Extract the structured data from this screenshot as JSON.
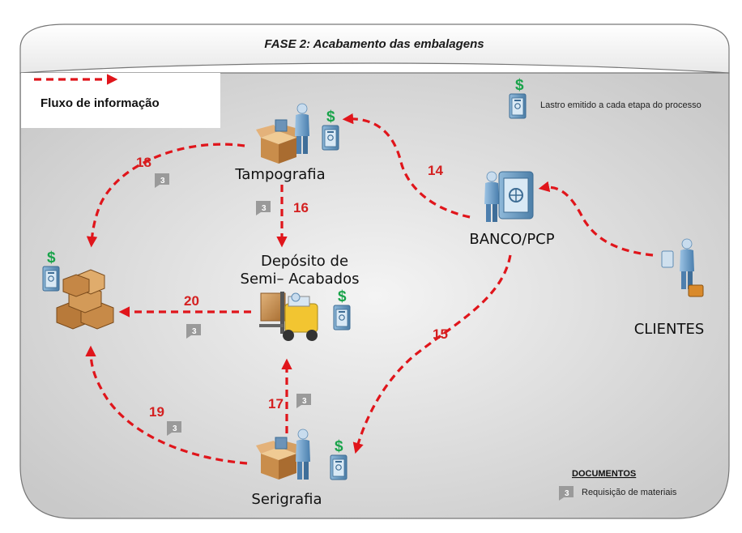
{
  "title": "FASE 2: Acabamento das embalagens",
  "legend": {
    "flow_label": "Fluxo de informação",
    "ballast_label": "Lastro emitido a cada etapa do processo",
    "currency_symbol": "$"
  },
  "documents": {
    "heading": "DOCUMENTOS",
    "badge": "3",
    "item_label": "Requisição de materiais"
  },
  "nodes": {
    "tampografia": "Tampografia",
    "deposito_line1": "Depósito de",
    "deposito_line2": "Semi– Acabados",
    "banco": "BANCO/PCP",
    "clientes": "CLIENTES",
    "serigrafia": "Serigrafia"
  },
  "flows": {
    "f14": "14",
    "f15": "15",
    "f16": "16",
    "f17": "17",
    "f18": "18",
    "f19": "19",
    "f20": "20"
  },
  "colors": {
    "flow": "#e0151b",
    "number": "#d42020",
    "dollar": "#19a34a",
    "badge": "#9a9a9a"
  }
}
